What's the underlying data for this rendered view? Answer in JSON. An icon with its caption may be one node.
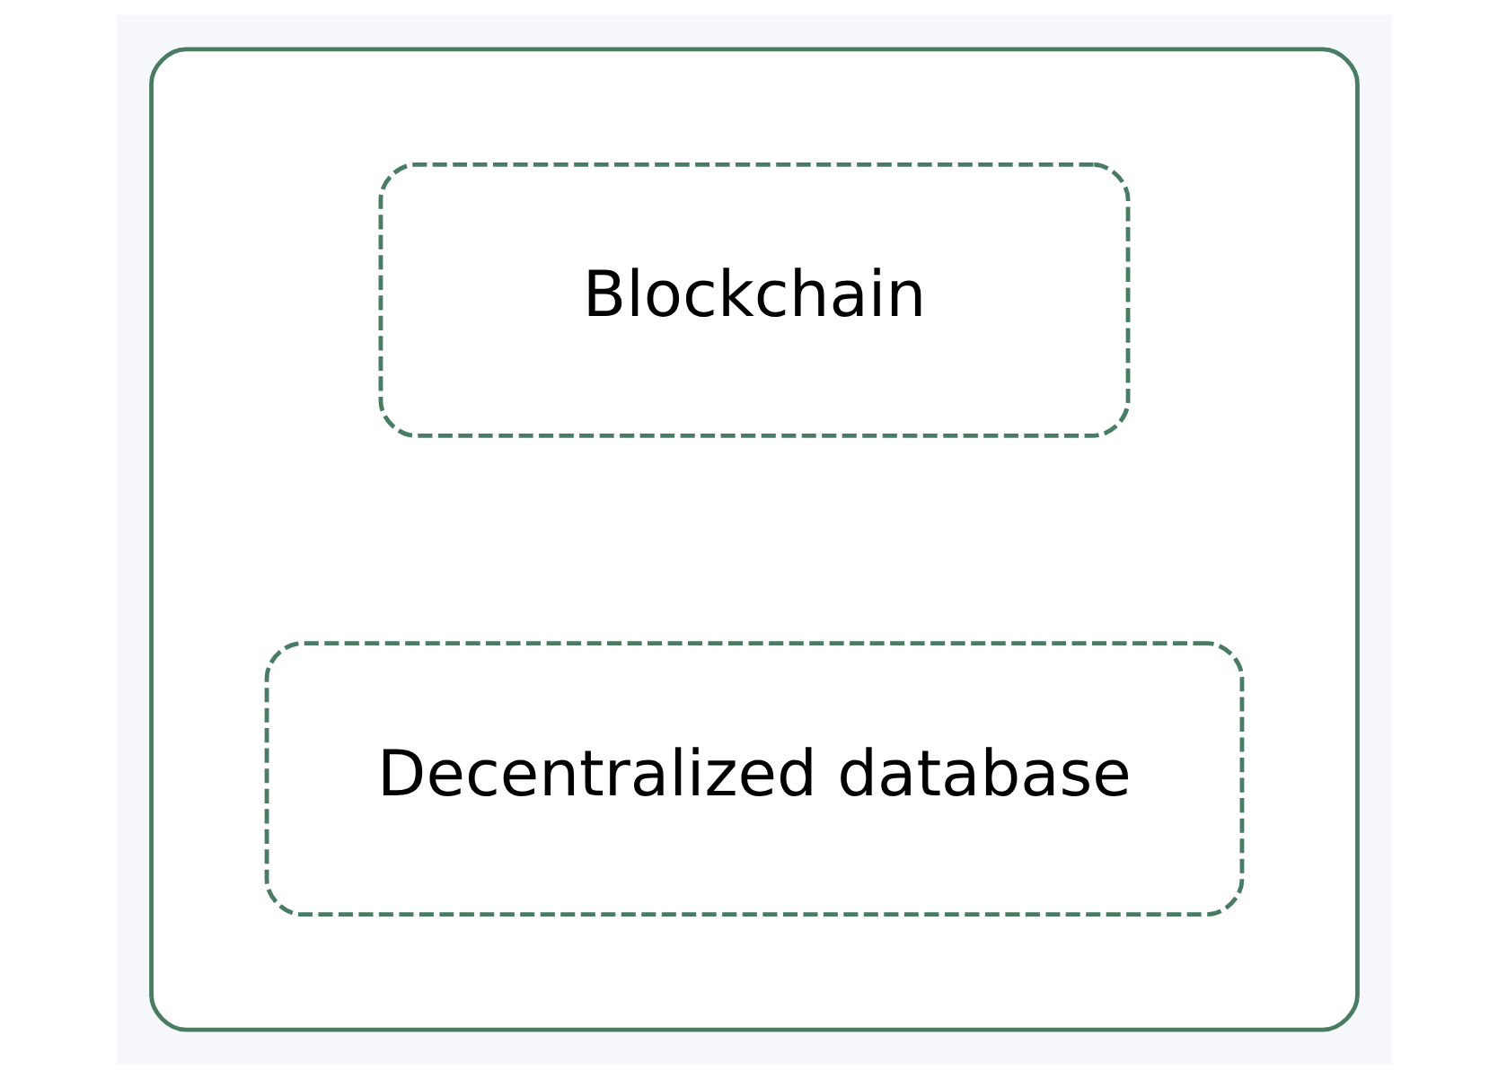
{
  "diagram": {
    "nodes": [
      {
        "text": [],
        "shape": "box"
      },
      {
        "text": [
          "Blockchain"
        ],
        "in": 0
      },
      {
        "text": [
          "Decentralized database"
        ],
        "in": 0
      }
    ]
  }
}
